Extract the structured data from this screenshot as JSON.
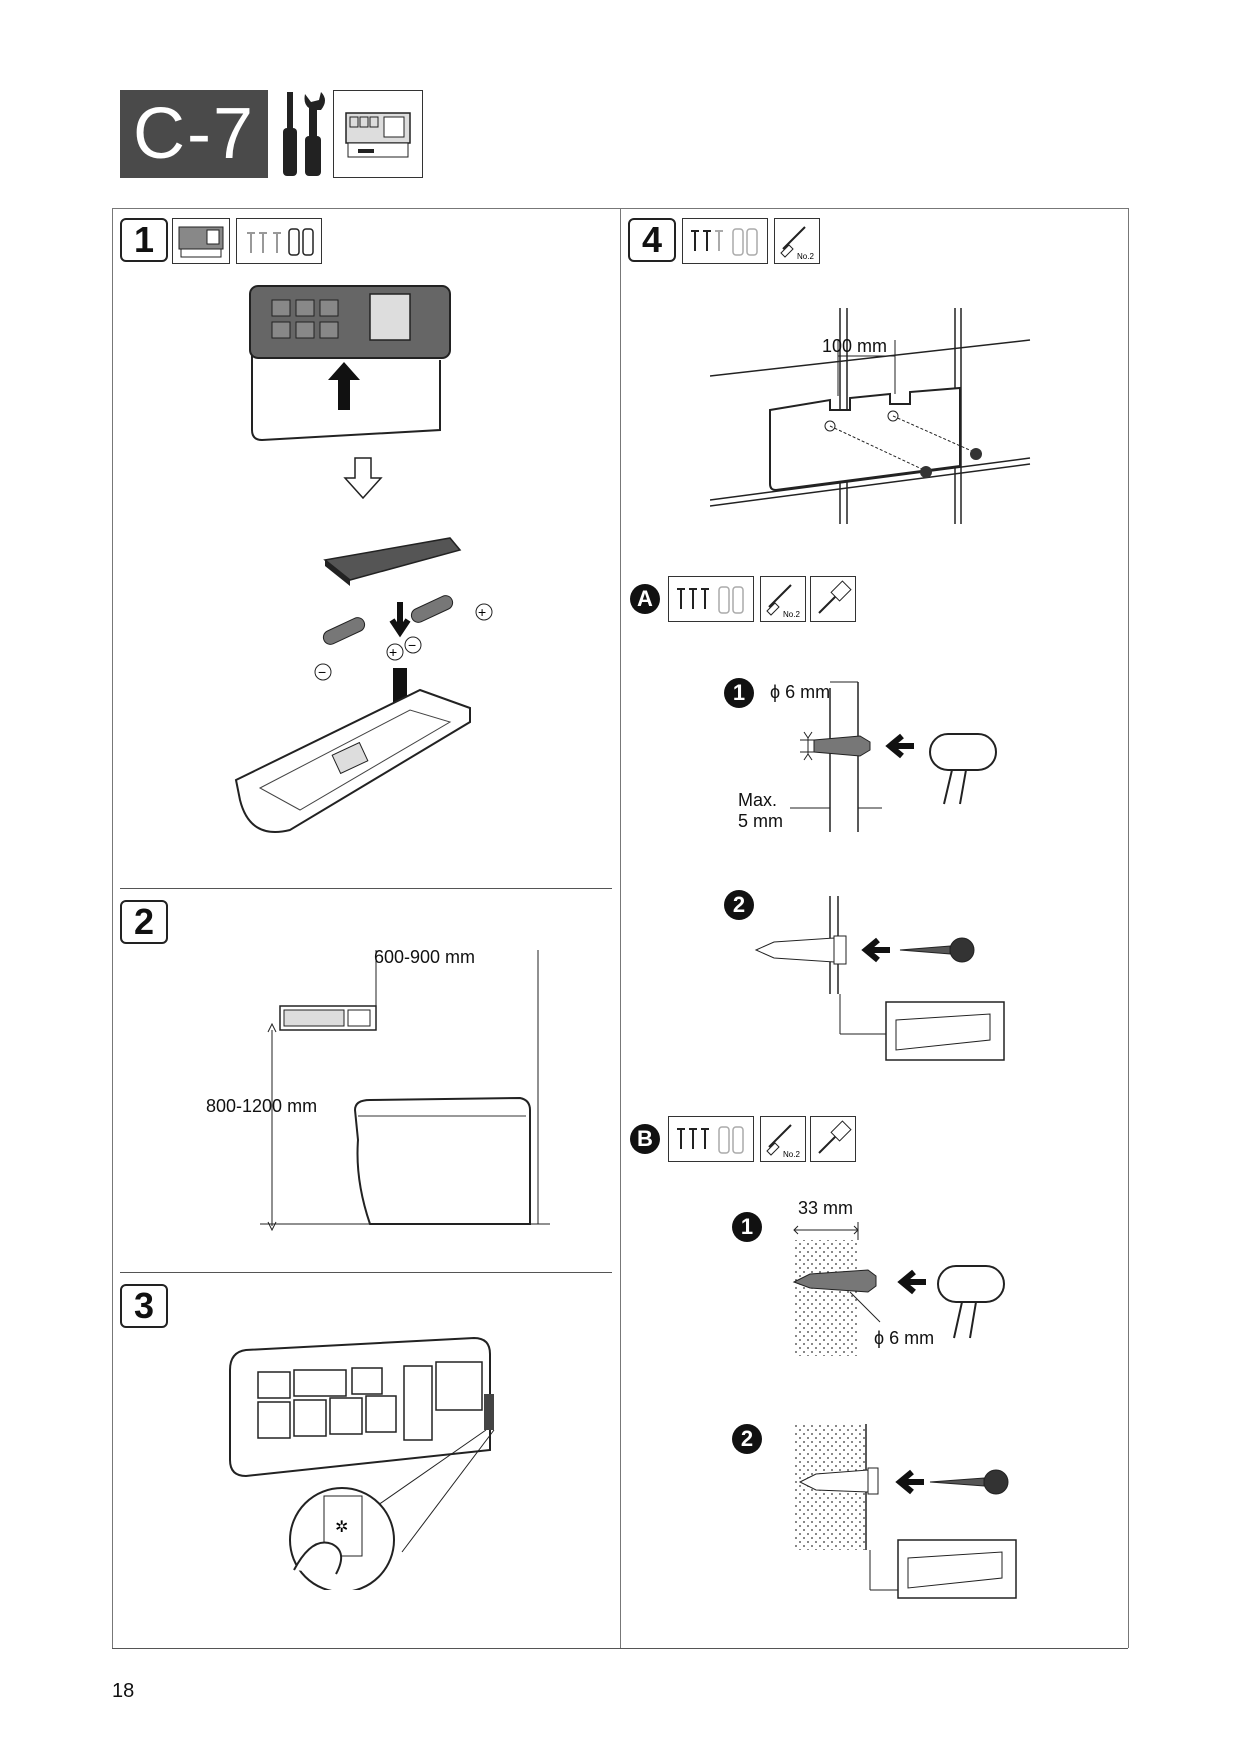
{
  "section": {
    "code": "C-7"
  },
  "steps": {
    "s1": "1",
    "s2": "2",
    "s3": "3",
    "s4": "4"
  },
  "substeps": {
    "a": "A",
    "b": "B",
    "n1": "1",
    "n2": "2"
  },
  "step2": {
    "width_range": "600-900 mm",
    "height_range": "800-1200 mm"
  },
  "step4": {
    "spacing": "100 mm",
    "A": {
      "diameter": "ϕ 6 mm",
      "max_label_1": "Max.",
      "max_label_2": "5 mm"
    },
    "B": {
      "depth": "33 mm",
      "diameter": "ϕ 6 mm"
    }
  },
  "tool_labels": {
    "screwdriver": "No.2"
  },
  "page": {
    "number": "18"
  },
  "icons": [
    "tools-icon",
    "control-panel-icon",
    "screws-icon",
    "batteries-icon",
    "screwdriver-icon",
    "hammer-icon"
  ]
}
